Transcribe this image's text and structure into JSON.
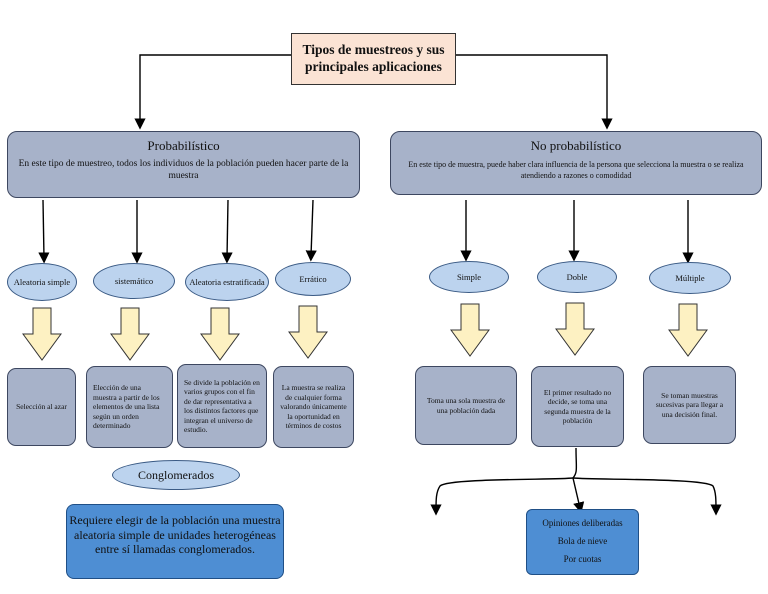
{
  "title": {
    "line1": "Tipos de muestreos y sus",
    "line2": "principales aplicaciones"
  },
  "probabilistico": {
    "heading": "Probabilístico",
    "description": "En este tipo de muestreo, todos los individuos de la población pueden hacer parte de la muestra",
    "types": [
      {
        "oval": "Aleatoria simple",
        "detail": "Selección al azar"
      },
      {
        "oval": "sistemático",
        "detail": "Elección de una muestra a partir de los elementos de una lista según un orden determinado"
      },
      {
        "oval": "Aleatoria estratificada",
        "detail": "Se divide la población en varios grupos con el fin de dar representativa a los distintos factores que integran el universo de estudio."
      },
      {
        "oval": "Errático",
        "detail": "La muestra se realiza de cualquier forma valorando únicamente la oportunidad en términos de costos"
      }
    ],
    "conglomerados": {
      "label": "Conglomerados",
      "detail": "Requiere elegir de la población una muestra aleatoria simple de unidades heterogéneas entre sí llamadas conglomerados."
    }
  },
  "no_probabilistico": {
    "heading": "No probabilístico",
    "description": "En este tipo de muestra, puede haber clara influencia de la persona que selecciona la muestra o se realiza atendiendo a razones o comodidad",
    "types": [
      {
        "oval": "Simple",
        "detail": "Toma una sola muestra de una población dada"
      },
      {
        "oval": "Doble",
        "detail": "El primer resultado no decide, se toma una segunda muestra de la población"
      },
      {
        "oval": "Múltiple",
        "detail": "Se toman muestras sucesivas para llegar a una decisión final."
      }
    ],
    "options": [
      "Opiniones deliberadas",
      "Bola de nieve",
      "Por cuotas"
    ]
  },
  "colors": {
    "box": "#a7b2c9",
    "oval": "#bcd3ee",
    "arrow": "#fdf1c2",
    "blue": "#4e8ed3",
    "title": "#fbe3d4"
  }
}
